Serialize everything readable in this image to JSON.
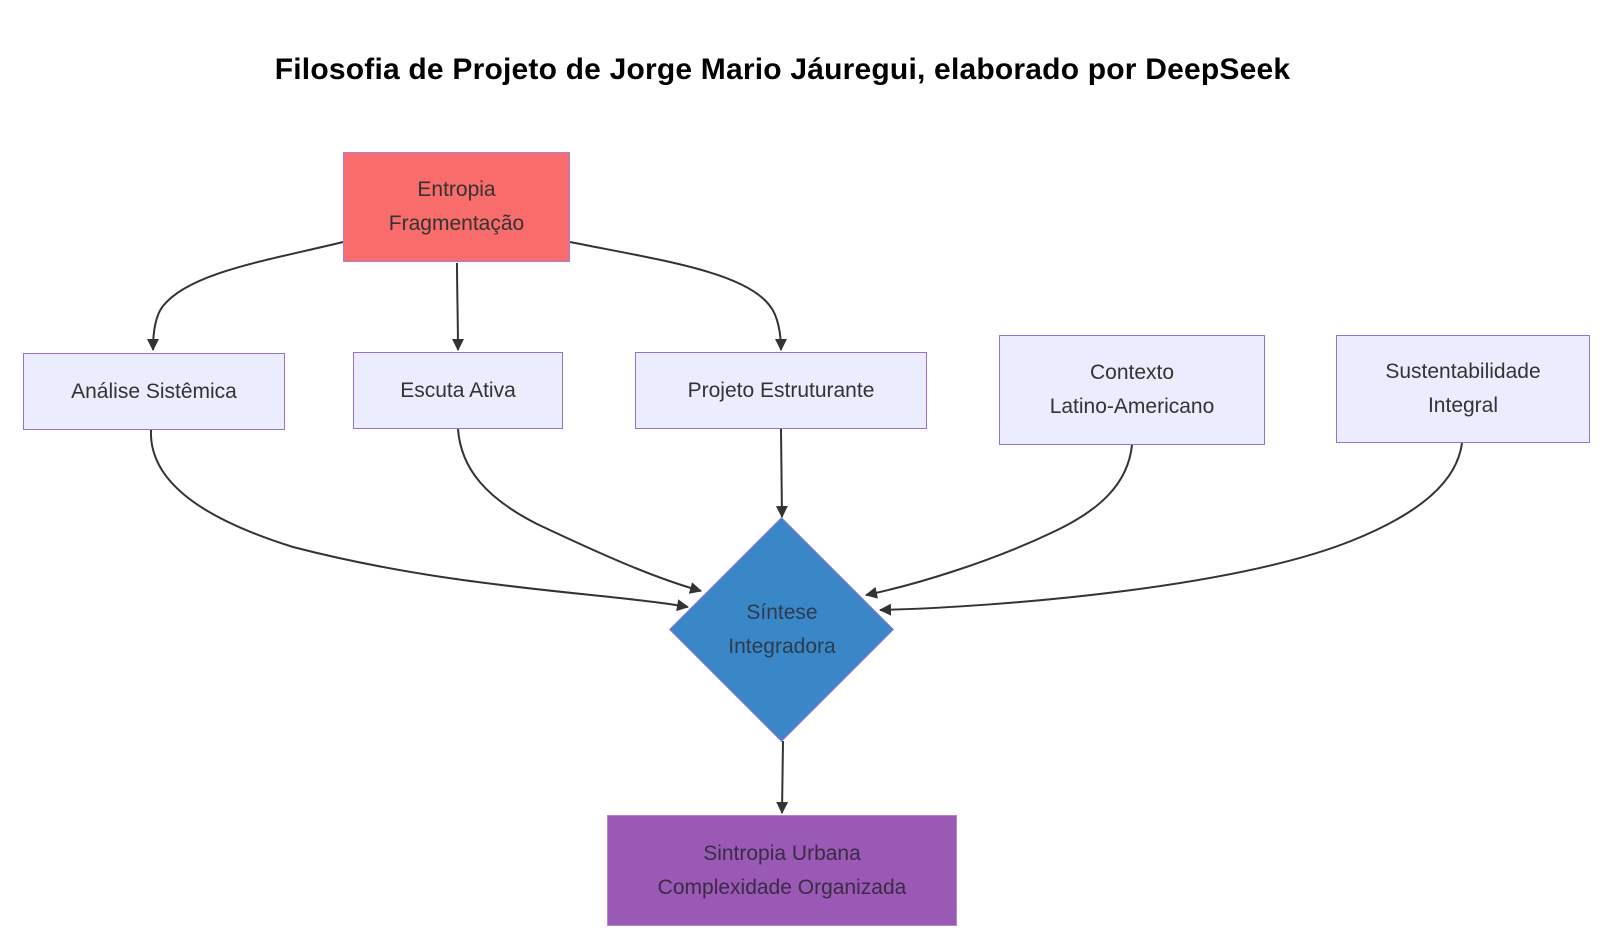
{
  "title": "Filosofia de Projeto de Jorge Mario Jáuregui, elaborado por DeepSeek",
  "nodes": {
    "entropia": {
      "line1": "Entropia",
      "line2": "Fragmentação"
    },
    "analise": {
      "line1": "Análise Sistêmica"
    },
    "escuta": {
      "line1": "Escuta Ativa"
    },
    "projeto": {
      "line1": "Projeto Estruturante"
    },
    "contexto": {
      "line1": "Contexto",
      "line2": "Latino-Americano"
    },
    "sustentabilidade": {
      "line1": "Sustentabilidade",
      "line2": "Integral"
    },
    "sintese": {
      "line1": "Síntese",
      "line2": "Integradora"
    },
    "sintropia": {
      "line1": "Sintropia Urbana",
      "line2": "Complexidade Organizada"
    }
  },
  "edges": [
    {
      "from": "entropia",
      "to": "analise"
    },
    {
      "from": "entropia",
      "to": "escuta"
    },
    {
      "from": "entropia",
      "to": "projeto"
    },
    {
      "from": "analise",
      "to": "sintese"
    },
    {
      "from": "escuta",
      "to": "sintese"
    },
    {
      "from": "projeto",
      "to": "sintese"
    },
    {
      "from": "contexto",
      "to": "sintese"
    },
    {
      "from": "sustentabilidade",
      "to": "sintese"
    },
    {
      "from": "sintese",
      "to": "sintropia"
    }
  ],
  "colors": {
    "entropy_node_fill": "#f96c6c",
    "process_node_fill": "#ececff",
    "synthesis_node_fill": "#3a87c8",
    "result_node_fill": "#9b59b6",
    "node_border": "#9370db",
    "edge_line": "#333333",
    "node_text": "#333333",
    "title_text": "#000000",
    "background": "#ffffff"
  }
}
